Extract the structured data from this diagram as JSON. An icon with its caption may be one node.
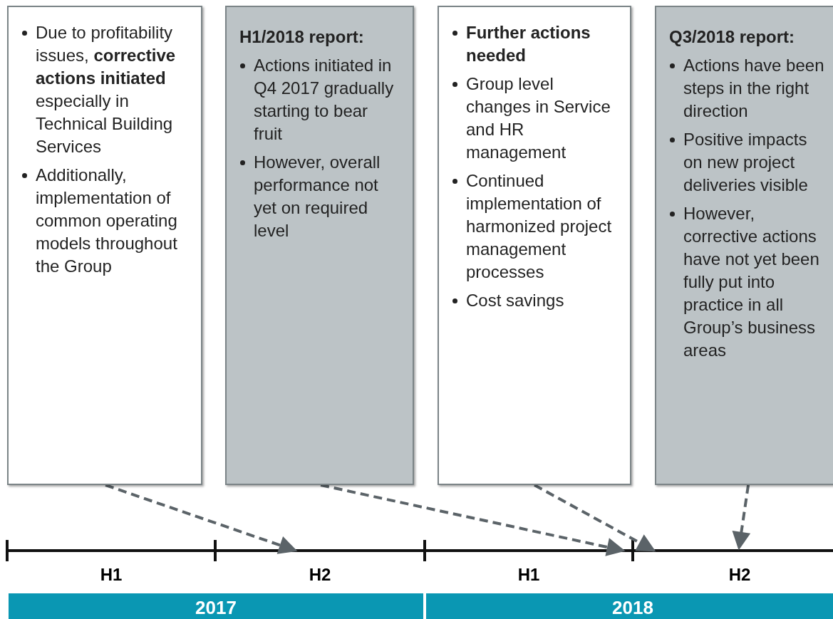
{
  "diagram": {
    "nodes": [
      {
        "text": [
          "Due to profitability issues, **corrective actions initiated** especially in Technical Building Services",
          "Additionally, implementation of common operating models throughout the Group"
        ]
      },
      {
        "text": [
          "H1/2018 report:",
          "Actions initiated in Q4 2017 gradually starting to bear fruit",
          "However, overall performance not yet on required level"
        ]
      },
      {
        "text": [
          "**Further actions needed**",
          "Group level changes in Service and HR management",
          "Continued implementation of harmonized project management processes",
          "Cost savings"
        ]
      },
      {
        "text": [
          "Q3/2018 report:",
          "Actions have been steps in the right direction",
          "Positive impacts on new project deliveries visible",
          "However, corrective actions have not yet been fully put into practice in all Group’s business areas"
        ]
      }
    ],
    "edges": [
      {
        "from": 0,
        "to": null,
        "arrow": "to",
        "style": "dashed"
      },
      {
        "from": 1,
        "to": null,
        "arrow": "to",
        "style": "dashed"
      },
      {
        "from": 2,
        "to": null,
        "arrow": "to",
        "style": "dashed"
      },
      {
        "from": 3,
        "to": null,
        "arrow": "to",
        "style": "dashed"
      }
    ],
    "labels": [
      "H1",
      "H2",
      "H1",
      "H2",
      "2017",
      "2018"
    ]
  }
}
